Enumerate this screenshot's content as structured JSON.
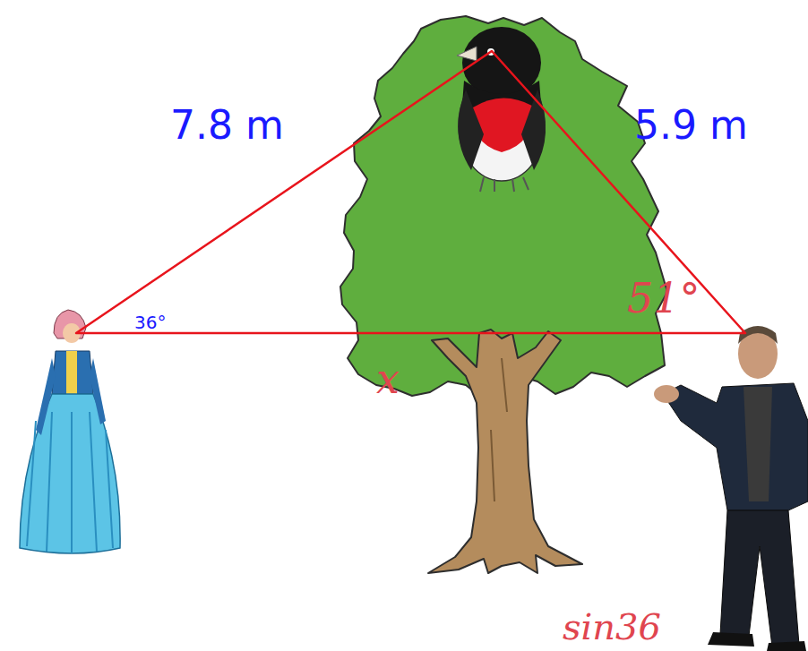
{
  "diagram": {
    "labels": [
      "7.8 m",
      "5.9 m",
      "36°",
      "51°",
      "x",
      "sin36"
    ]
  }
}
